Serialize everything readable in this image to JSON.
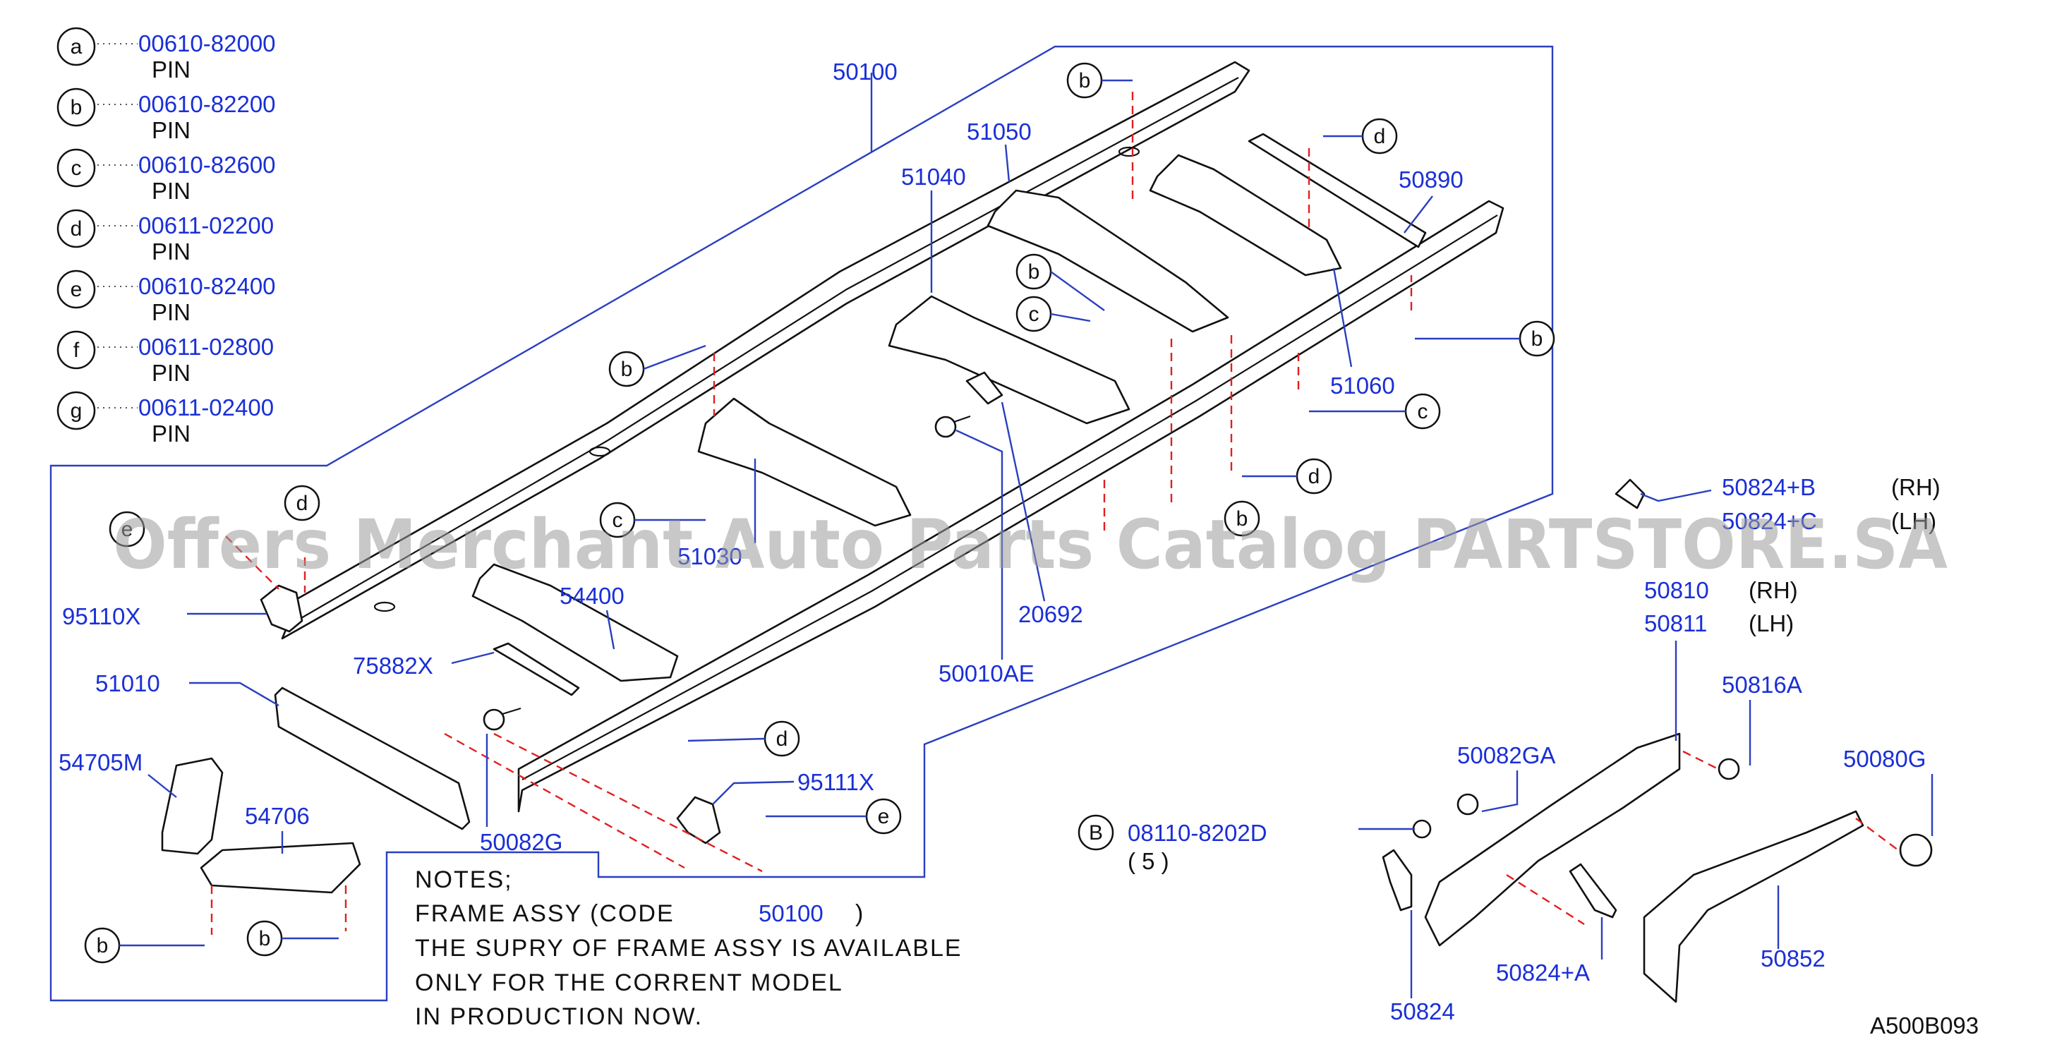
{
  "legend": [
    {
      "letter": "a",
      "code": "00610-82000",
      "name": "PIN"
    },
    {
      "letter": "b",
      "code": "00610-82200",
      "name": "PIN"
    },
    {
      "letter": "c",
      "code": "00610-82600",
      "name": "PIN"
    },
    {
      "letter": "d",
      "code": "00611-02200",
      "name": "PIN"
    },
    {
      "letter": "e",
      "code": "00610-82400",
      "name": "PIN"
    },
    {
      "letter": "f",
      "code": "00611-02800",
      "name": "PIN"
    },
    {
      "letter": "g",
      "code": "00611-02400",
      "name": "PIN"
    }
  ],
  "parts": {
    "p50100": "50100",
    "p51050": "51050",
    "p51040": "51040",
    "p50890": "50890",
    "p51060": "51060",
    "p51030": "51030",
    "p95110X": "95110X",
    "p54400": "54400",
    "p20692": "20692",
    "p75882X": "75882X",
    "p50010AE": "50010AE",
    "p51010": "51010",
    "p54705M": "54705M",
    "p54706": "54706",
    "p50082G": "50082G",
    "p95111X": "95111X",
    "p50824B": "50824+B",
    "p50824C": "50824+C",
    "p50810": "50810",
    "p50811": "50811",
    "p50816A": "50816A",
    "p50082GA": "50082GA",
    "p50080G": "50080G",
    "p08110": "08110-8202D",
    "p08110qty": "( 5 )",
    "p50824A": "50824+A",
    "p50852": "50852",
    "p50824": "50824"
  },
  "side": {
    "rh": "(RH)",
    "lh": "(LH)"
  },
  "callouts": {
    "a": "a",
    "b": "b",
    "c": "c",
    "d": "d",
    "e": "e",
    "f": "f",
    "g": "g",
    "B": "B"
  },
  "notes": {
    "l1": "NOTES;",
    "l2a": "FRAME ASSY (CODE",
    "l2code": "50100",
    "l2b": ")",
    "l3": "THE SUPRY OF FRAME ASSY IS AVAILABLE",
    "l4": "ONLY FOR THE CORRENT MODEL",
    "l5": "IN PRODUCTION NOW."
  },
  "diagram_id": "A500B093",
  "watermark": "Offers Merchant Auto Parts Catalog PARTSTORE.SA",
  "colors": {
    "label": "#1a2fd6",
    "leader": "#2a3fc0",
    "dashed": "#e02020",
    "ink": "#111111"
  }
}
